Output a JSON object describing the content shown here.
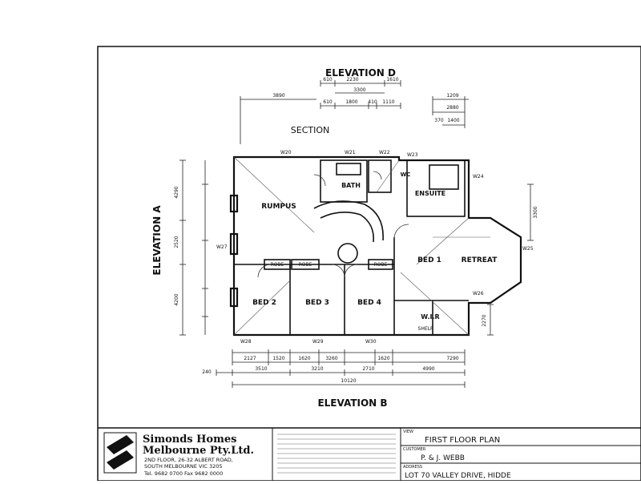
{
  "elevations": {
    "top": "ELEVATION D",
    "left": "ELEVATION A",
    "bottom": "ELEVATION B"
  },
  "section_label": "SECTION",
  "rooms": {
    "rumpus": "RUMPUS",
    "bath": "BATH",
    "ensuite": "ENSUITE",
    "wc": "WC",
    "bed1": "BED 1",
    "retreat": "RETREAT",
    "bed2": "BED 2",
    "bed3": "BED 3",
    "bed4": "BED 4",
    "wir": "W.I.R",
    "robe": "ROBE",
    "shelf": "SHELF"
  },
  "windows": [
    "W20",
    "W21",
    "W22",
    "W23",
    "W24",
    "W25",
    "W26",
    "W27",
    "W28",
    "W29",
    "W30"
  ],
  "dimensions": {
    "top_row1": [
      "610",
      "2230",
      "1610"
    ],
    "top_row2": [
      "3300"
    ],
    "top_row3": [
      "610",
      "1800",
      "410",
      "1110"
    ],
    "top_right": [
      "1209",
      "2880",
      "1400",
      "370"
    ],
    "top_left": "3890",
    "left": [
      "4290",
      "2520",
      "4200"
    ],
    "right": [
      "3300",
      "2270"
    ],
    "bottom_row1": [
      "2127",
      "1520",
      "1620",
      "3260",
      "1620",
      "7290"
    ],
    "bottom_row2": [
      "240",
      "3510",
      "3210",
      "2710",
      "4990"
    ],
    "bottom_total": "10120"
  },
  "title_block": {
    "company_line1": "Simonds Homes",
    "company_line2": "Melbourne Pty.Ltd.",
    "address_line1": "2ND FLOOR, 26-32 ALBERT ROAD,",
    "address_line2": "SOUTH MELBOURNE VIC 3205",
    "phone": "Tel. 9682 0700 Fax 9682 0000",
    "view_label": "VIEW",
    "view_value": "FIRST FLOOR PLAN",
    "customer_label": "CUSTOMER",
    "customer_value": "P. & J. WEBB",
    "address_label": "ADDRESS",
    "address_value": "LOT 70 VALLEY DRIVE, HIDDE"
  }
}
